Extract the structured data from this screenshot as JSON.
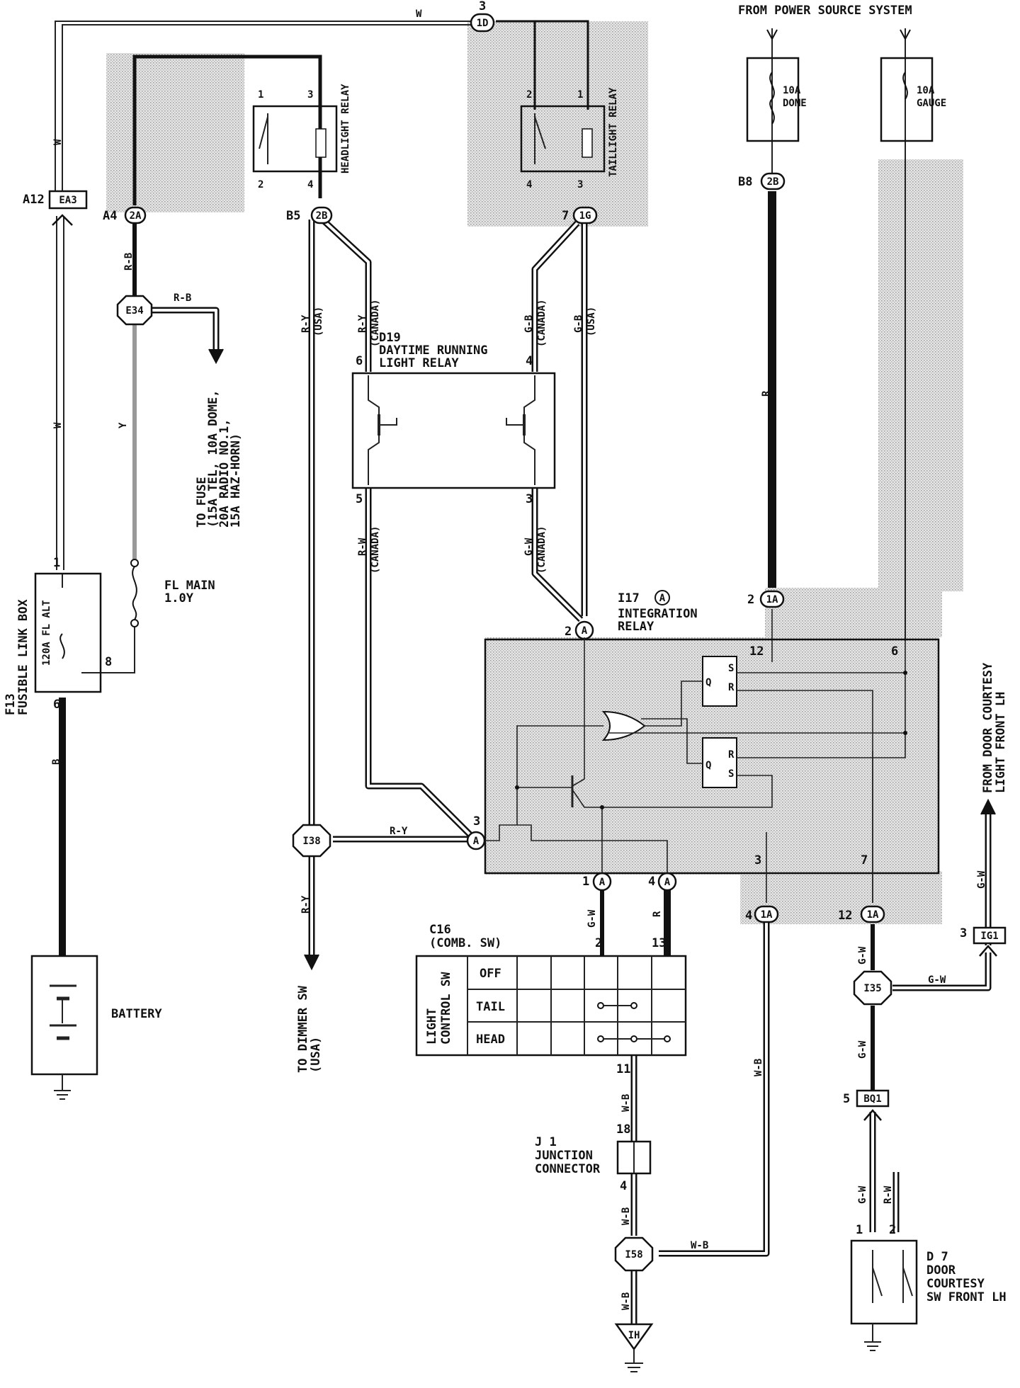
{
  "top_labels": {
    "power_source": "FROM POWER SOURCE SYSTEM"
  },
  "wire_colors": {
    "w_top": "W",
    "w_left1": "W",
    "w_left2": "W",
    "rb1": "R-B",
    "rb2": "R-B",
    "y": "Y",
    "b": "B",
    "ry_usa": "R-Y",
    "ry_canada": "R-Y",
    "gb_canada": "G-B",
    "gb_usa": "G-B",
    "r_dome": "R",
    "rw_canada": "R-W",
    "gw_canada": "G-W",
    "ry_i38": "R-Y",
    "ry_down": "R-Y",
    "gw_c16": "G-W",
    "r_c16": "R",
    "wb_1a": "W-B",
    "wb_j1a": "W-B",
    "wb_j1b": "W-B",
    "wb_i58": "W-B",
    "wb_gnd": "W-B",
    "gw_i35a": "G-W",
    "gw_i35b": "G-W",
    "gw_ig1": "G-W",
    "gw_ig1v": "G-W",
    "gw_d7": "G-W",
    "rw_d7": "R-W"
  },
  "qualifiers": {
    "usa1": "(USA)",
    "canada1": "(CANADA)",
    "canada2": "(CANADA)",
    "usa2": "(USA)",
    "canada3": "(CANADA)",
    "canada4": "(CANADA)"
  },
  "connectors": {
    "a12": "A12",
    "ea3": "EA3",
    "a4": "A4",
    "c2a": "2A",
    "b5": "B5",
    "c2b": "2B",
    "id_top": "1D",
    "c1g": "1G",
    "b8": "B8",
    "c2b_dome": "2B",
    "e34": "E34",
    "i38": "I38",
    "i35": "I35",
    "i58": "I58",
    "ig1": "IG1",
    "bq1": "BQ1",
    "ih": "IH",
    "a_2": "A",
    "a_3": "A",
    "a_1": "A",
    "a_4": "A",
    "c1a_a": "1A",
    "c1a_b": "1A",
    "c1a_c": "1A"
  },
  "pins": {
    "p3_top": "3",
    "hr1": "1",
    "hr3": "3",
    "hr2": "2",
    "hr4": "4",
    "tr2": "2",
    "tr1": "1",
    "tr4": "4",
    "tr3": "3",
    "p7": "7",
    "d19_6": "6",
    "d19_4": "4",
    "d19_5": "5",
    "d19_3": "3",
    "fl1": "1",
    "fl8": "8",
    "fl6": "6",
    "ir2a": "2",
    "ir2": "2",
    "ir12": "12",
    "ir6": "6",
    "ir3a": "3",
    "ir1": "1",
    "ir4": "4",
    "ir3": "3",
    "ir7": "7",
    "p4_1a": "4",
    "p12_1a": "12",
    "c16_2": "2",
    "c16_13": "13",
    "c16_11": "11",
    "j1_18": "18",
    "j1_4": "4",
    "p3_ig1": "3",
    "p5_bq1": "5",
    "d7_1": "1",
    "d7_2": "2"
  },
  "components": {
    "headlight_relay": "HEADLIGHT RELAY",
    "taillight_relay": "TAILLIGHT RELAY",
    "dome_fuse_amp": "10A",
    "dome_fuse_name": "DOME",
    "gauge_fuse_amp": "10A",
    "gauge_fuse_name": "GAUGE",
    "d19_id": "D19",
    "d19_line1": "DAYTIME RUNNING",
    "d19_line2": "LIGHT RELAY",
    "fl_main_1": "FL MAIN",
    "fl_main_2": "1.0Y",
    "fusible_id": "F13",
    "fusible_name": "FUSIBLE LINK BOX",
    "fl_alt": "120A FL ALT",
    "fuse_to_1": "TO FUSE",
    "fuse_to_2": "(15A TEL, 10A DOME,",
    "fuse_to_3": "20A RADIO NO.1,",
    "fuse_to_4": "15A HAZ-HORN)",
    "i17_id": "I17",
    "i17_badge": "A",
    "i17_line1": "INTEGRATION",
    "i17_line2": "RELAY",
    "ff1_s": "S",
    "ff1_q": "Q",
    "ff1_r": "R",
    "ff2_r": "R",
    "ff2_q": "Q",
    "ff2_s": "S",
    "battery": "BATTERY",
    "dimmer_1": "TO DIMMER SW",
    "dimmer_2": "(USA)",
    "c16_id": "C16",
    "c16_name": "(COMB. SW)",
    "light_control_1": "LIGHT",
    "light_control_2": "CONTROL SW",
    "row_off": "OFF",
    "row_tail": "TAIL",
    "row_head": "HEAD",
    "j1_id": "J 1",
    "j1_line1": "JUNCTION",
    "j1_line2": "CONNECTOR",
    "door_from_1": "FROM DOOR COURTESY",
    "door_from_2": "LIGHT FRONT LH",
    "d7_id": "D 7",
    "d7_line1": "DOOR",
    "d7_line2": "COURTESY",
    "d7_line3": "SW FRONT LH"
  }
}
